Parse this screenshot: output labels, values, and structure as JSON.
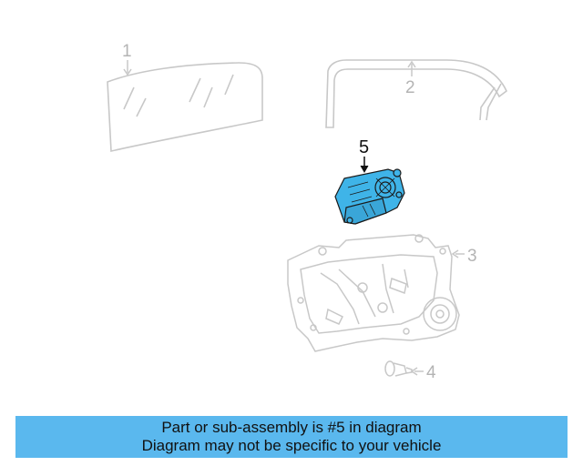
{
  "diagram": {
    "callouts": {
      "c1": "1",
      "c2": "2",
      "c3": "3",
      "c4": "4",
      "c5": "5"
    },
    "highlight_color": "#3fb4e8",
    "faded_color": "#c8c8c8"
  },
  "banner": {
    "line1": "Part or sub-assembly is #5 in diagram",
    "line2": "Diagram may not be specific to your vehicle",
    "background": "#5ab8ee"
  }
}
